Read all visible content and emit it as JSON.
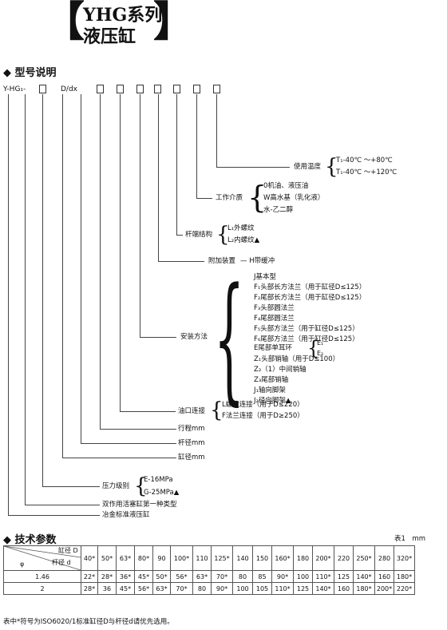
{
  "title": {
    "open_bracket": "【",
    "close_bracket": "】",
    "line1": "YHG系列",
    "line2": "液压缸"
  },
  "model_section": {
    "heading": "◆  型号说明",
    "prefix": "Y-HG₁-",
    "dx": "D/dx",
    "temp": {
      "label": "使用温度",
      "items": [
        "T₁-40℃ ～+80℃",
        "T₁-40℃ ～+120℃"
      ]
    },
    "medium": {
      "label": "工作介质",
      "items": [
        "0机油、液压油",
        "W高水基（乳化液）",
        "水-乙二醇"
      ]
    },
    "rod_end": {
      "label": "杆端结构",
      "items": [
        "L₁外螺纹",
        "L₂内螺纹▲"
      ]
    },
    "accessory": {
      "label": "附加装置",
      "item": "— H带缓冲"
    },
    "mount": {
      "label": "安装方法",
      "items": [
        "J基本型",
        "F₁头部长方法兰（用于缸径D≤125）",
        "F₂尾部长方法兰（用于缸径D≤125）",
        "F₃头部圆法兰",
        "F₄尾部圆法兰",
        "F₅头部方法兰（用于缸径D≤125）",
        "F₆尾部方法兰（用于缸径D≤125）",
        "E尾部单耳环",
        "Z₁头部销轴（用于D≤100）",
        "Z₂（1）中间销轴",
        "Z₃尾部销轴",
        "J₁轴向脚架",
        "J₂径向脚架▲"
      ],
      "e_sub": [
        "E₁",
        "E₂"
      ]
    },
    "port": {
      "label": "油口连接",
      "items": [
        "L螺纹连接（用于D≤220）",
        "F法兰连接（用于D≥250）"
      ]
    },
    "stroke": "行程mm",
    "rod": "杆径mm",
    "bore": "缸径mm",
    "pressure": {
      "label": "压力级别",
      "items": [
        "E-16MPa",
        "G-25MPa▲"
      ]
    },
    "double_acting": "双作用活塞缸第一种类型",
    "standard": "冶金标准液压缸"
  },
  "tech_section": {
    "heading": "◆  技术参数",
    "table_label": "表1　mm",
    "header_bore": "缸径 D",
    "header_rod": "杆径 d",
    "header_phi": "φ",
    "bores": [
      "40*",
      "50*",
      "63*",
      "80*",
      "90",
      "100*",
      "110",
      "125*",
      "140",
      "150",
      "160*",
      "180",
      "200*",
      "220",
      "250*",
      "280",
      "320*"
    ],
    "rows": [
      {
        "phi": "1.46",
        "values": [
          "22*",
          "28*",
          "36*",
          "45*",
          "50*",
          "56*",
          "63*",
          "70*",
          "80",
          "85",
          "90*",
          "100",
          "110*",
          "125",
          "140*",
          "160",
          "180*"
        ]
      },
      {
        "phi": "2",
        "values": [
          "28*",
          "36",
          "45*",
          "56*",
          "63*",
          "70*",
          "80",
          "90*",
          "100",
          "105",
          "110*",
          "125",
          "140*",
          "160",
          "180*",
          "200*",
          "220*"
        ]
      }
    ],
    "note": "表中*符号为ISO6020/1标准缸径D与杆径d请优先选用。"
  }
}
